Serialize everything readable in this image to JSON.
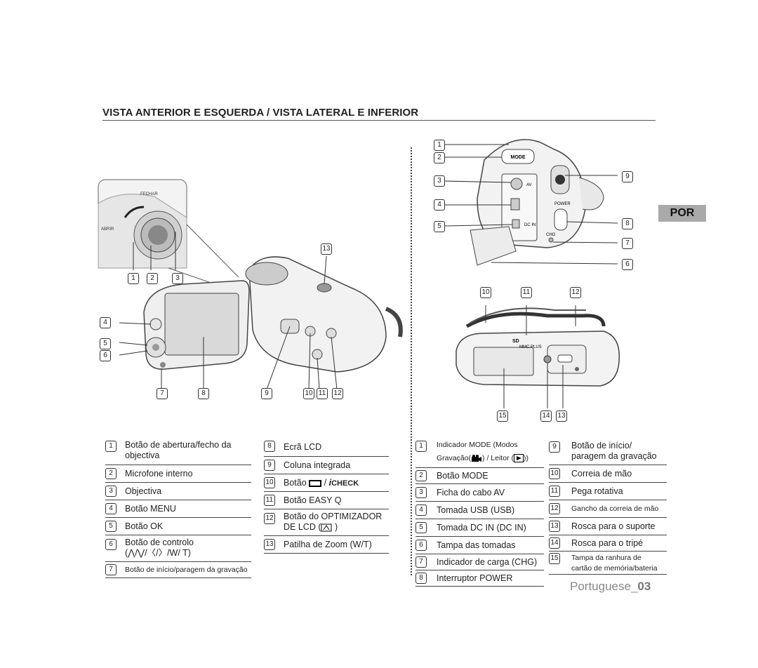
{
  "title": "VISTA ANTERIOR E ESQUERDA / VISTA LATERAL E INFERIOR",
  "lang_tab": "POR",
  "footer": {
    "prefix": "Portuguese_",
    "page": "03"
  },
  "inset_labels": {
    "close": "FECHAR",
    "open": "ABRIR"
  },
  "side_labels": {
    "mode": "MODE",
    "av": "AV",
    "power": "POWER",
    "dcin": "DC IN",
    "chg": "CHG"
  },
  "bottom_labels": {
    "sd": "SD",
    "mmc": "MMC PLUS"
  },
  "callouts": {
    "front": [
      "1",
      "2",
      "3",
      "4",
      "5",
      "6",
      "7",
      "8",
      "9",
      "10",
      "11",
      "12",
      "13"
    ],
    "side": [
      "1",
      "2",
      "3",
      "4",
      "5",
      "6",
      "7",
      "8",
      "9"
    ],
    "bottom": [
      "10",
      "11",
      "12",
      "15",
      "14",
      "13"
    ]
  },
  "legend_left": [
    {
      "n": "1",
      "text": "Botão de abertura/fecho da objectiva"
    },
    {
      "n": "2",
      "text": "Microfone interno"
    },
    {
      "n": "3",
      "text": "Objectiva"
    },
    {
      "n": "4",
      "text": "Botão MENU"
    },
    {
      "n": "5",
      "text": "Botão OK"
    },
    {
      "n": "6",
      "text": "Botão de controlo",
      "text2": "(⋀/⋁/〈/〉/W/ T)"
    },
    {
      "n": "7",
      "text": "Botão de início/paragem da gravação"
    }
  ],
  "legend_mid": [
    {
      "n": "8",
      "text": "Ecrã LCD"
    },
    {
      "n": "9",
      "text": "Coluna integrada"
    },
    {
      "n": "10",
      "text": "Botão",
      "suffix": "CHECK"
    },
    {
      "n": "11",
      "text": "Botão EASY Q"
    },
    {
      "n": "12",
      "text": "Botão do OPTIMIZADOR",
      "text2": "DE LCD ("
    },
    {
      "n": "13",
      "text": "Patilha de Zoom (W/T)"
    }
  ],
  "legend_right1": [
    {
      "n": "1",
      "text": "Indicador MODE (Modos",
      "text2a": "Gravação(",
      "text2b": ") / Leitor (",
      "text2c": "))"
    },
    {
      "n": "2",
      "text": "Botão MODE"
    },
    {
      "n": "3",
      "text": "Ficha do cabo AV"
    },
    {
      "n": "4",
      "text": "Tomada USB (USB)"
    },
    {
      "n": "5",
      "text": "Tomada DC IN (DC IN)"
    },
    {
      "n": "6",
      "text": "Tampa das tomadas"
    },
    {
      "n": "7",
      "text": "Indicador de carga (CHG)"
    },
    {
      "n": "8",
      "text": "Interruptor POWER"
    }
  ],
  "legend_right2": [
    {
      "n": "9",
      "text": "Botão de início/",
      "text2": "paragem da gravação"
    },
    {
      "n": "10",
      "text": "Correia de mão"
    },
    {
      "n": "11",
      "text": "Pega rotativa"
    },
    {
      "n": "12",
      "text": "Gancho da correia de mão"
    },
    {
      "n": "13",
      "text": "Rosca para o suporte"
    },
    {
      "n": "14",
      "text": "Rosca para o tripé"
    },
    {
      "n": "15",
      "text": "Tampa da ranhura de",
      "text2": "cartão de memória/bateria"
    }
  ]
}
